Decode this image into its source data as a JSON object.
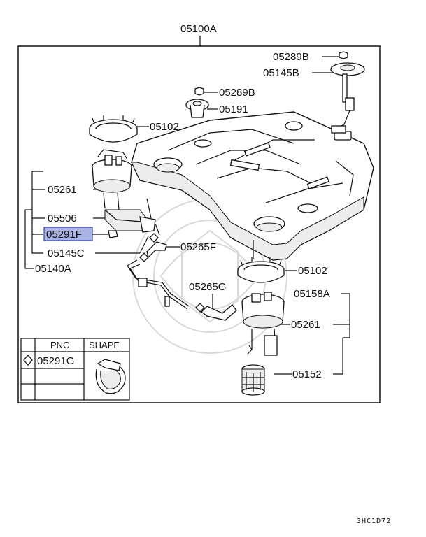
{
  "diagram": {
    "assembly_label": "05100A",
    "highlight_color": "#aab4e6",
    "labels": {
      "l05289B_a": "05289B",
      "l05145B": "05145B",
      "l05289B_b": "05289B",
      "l05191": "05191",
      "l05102_a": "05102",
      "l05261_a": "05261",
      "l05506": "05506",
      "l05291F": "05291F",
      "l05145C": "05145C",
      "l05140A": "05140A",
      "l05265F": "05265F",
      "l05265G": "05265G",
      "l05102_b": "05102",
      "l05158A": "05158A",
      "l05261_b": "05261",
      "l05152": "05152"
    },
    "table": {
      "headers": [
        "PNC",
        "SHAPE"
      ],
      "rows": [
        {
          "pnc": "05291G"
        }
      ]
    },
    "figure_code": "3HC1D72"
  }
}
